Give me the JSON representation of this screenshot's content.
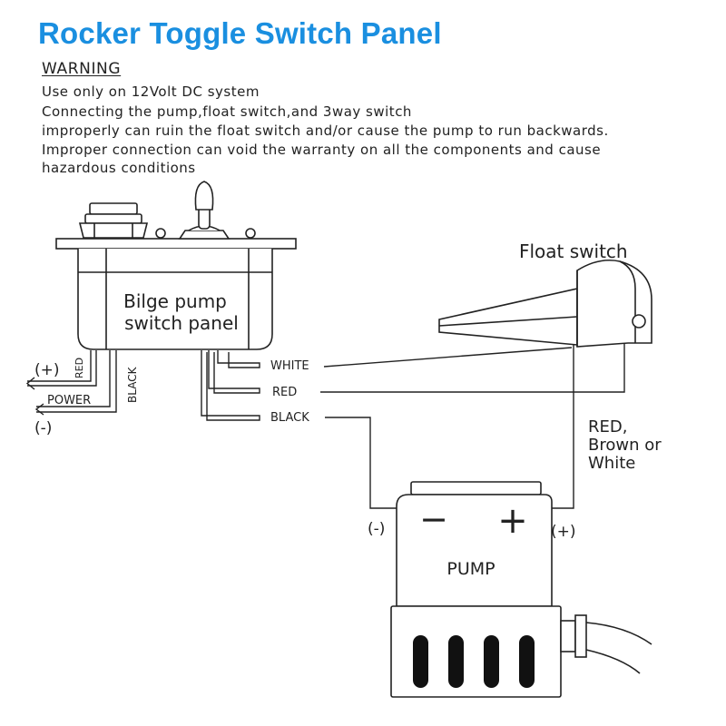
{
  "title": "Rocker Toggle Switch Panel",
  "warning": {
    "heading": "WARNING",
    "lines": [
      "Use only on 12Volt DC system",
      "Connecting the pump,float switch,and 3way switch",
      "improperly can ruin the float switch and/or cause the pump to run backwards.",
      "Improper connection can void the warranty on all the components and cause",
      "hazardous conditions"
    ]
  },
  "panel": {
    "label_line1": "Bilge pump",
    "label_line2": "switch panel"
  },
  "power": {
    "positive": "(+)",
    "label": "POWER",
    "negative": "(-)",
    "wire_red": "RED",
    "wire_black": "BLACK"
  },
  "panel_outputs": {
    "white": "WHITE",
    "red": "RED",
    "black": "BLACK"
  },
  "float_switch": {
    "label": "Float switch",
    "wire_note_line1": "RED,",
    "wire_note_line2": "Brown or",
    "wire_note_line3": "White"
  },
  "pump": {
    "label": "PUMP",
    "neg_terminal": "(-)",
    "pos_terminal": "(+)",
    "minus_symbol": "−",
    "plus_symbol": "+"
  },
  "colors": {
    "title": "#1a8fe0",
    "line": "#222222",
    "slot": "#111111"
  }
}
